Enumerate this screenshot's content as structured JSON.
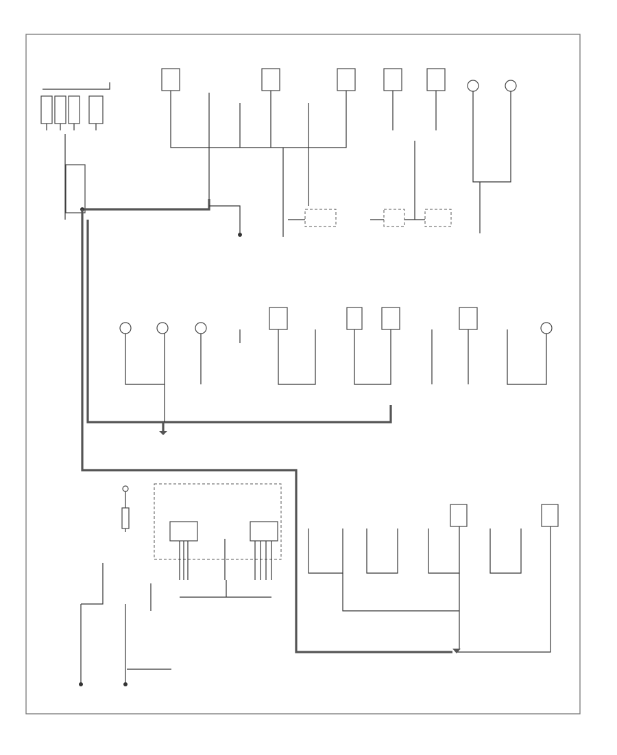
{
  "figure_code": "",
  "grounds": [
    {
      "id": "G101",
      "label": ""
    },
    {
      "id": "G102",
      "label": ""
    },
    {
      "id": "G103",
      "label": ""
    },
    {
      "id": "G104",
      "label": ""
    },
    {
      "id": "G105",
      "label": ""
    },
    {
      "id": "G106",
      "label": ""
    }
  ]
}
